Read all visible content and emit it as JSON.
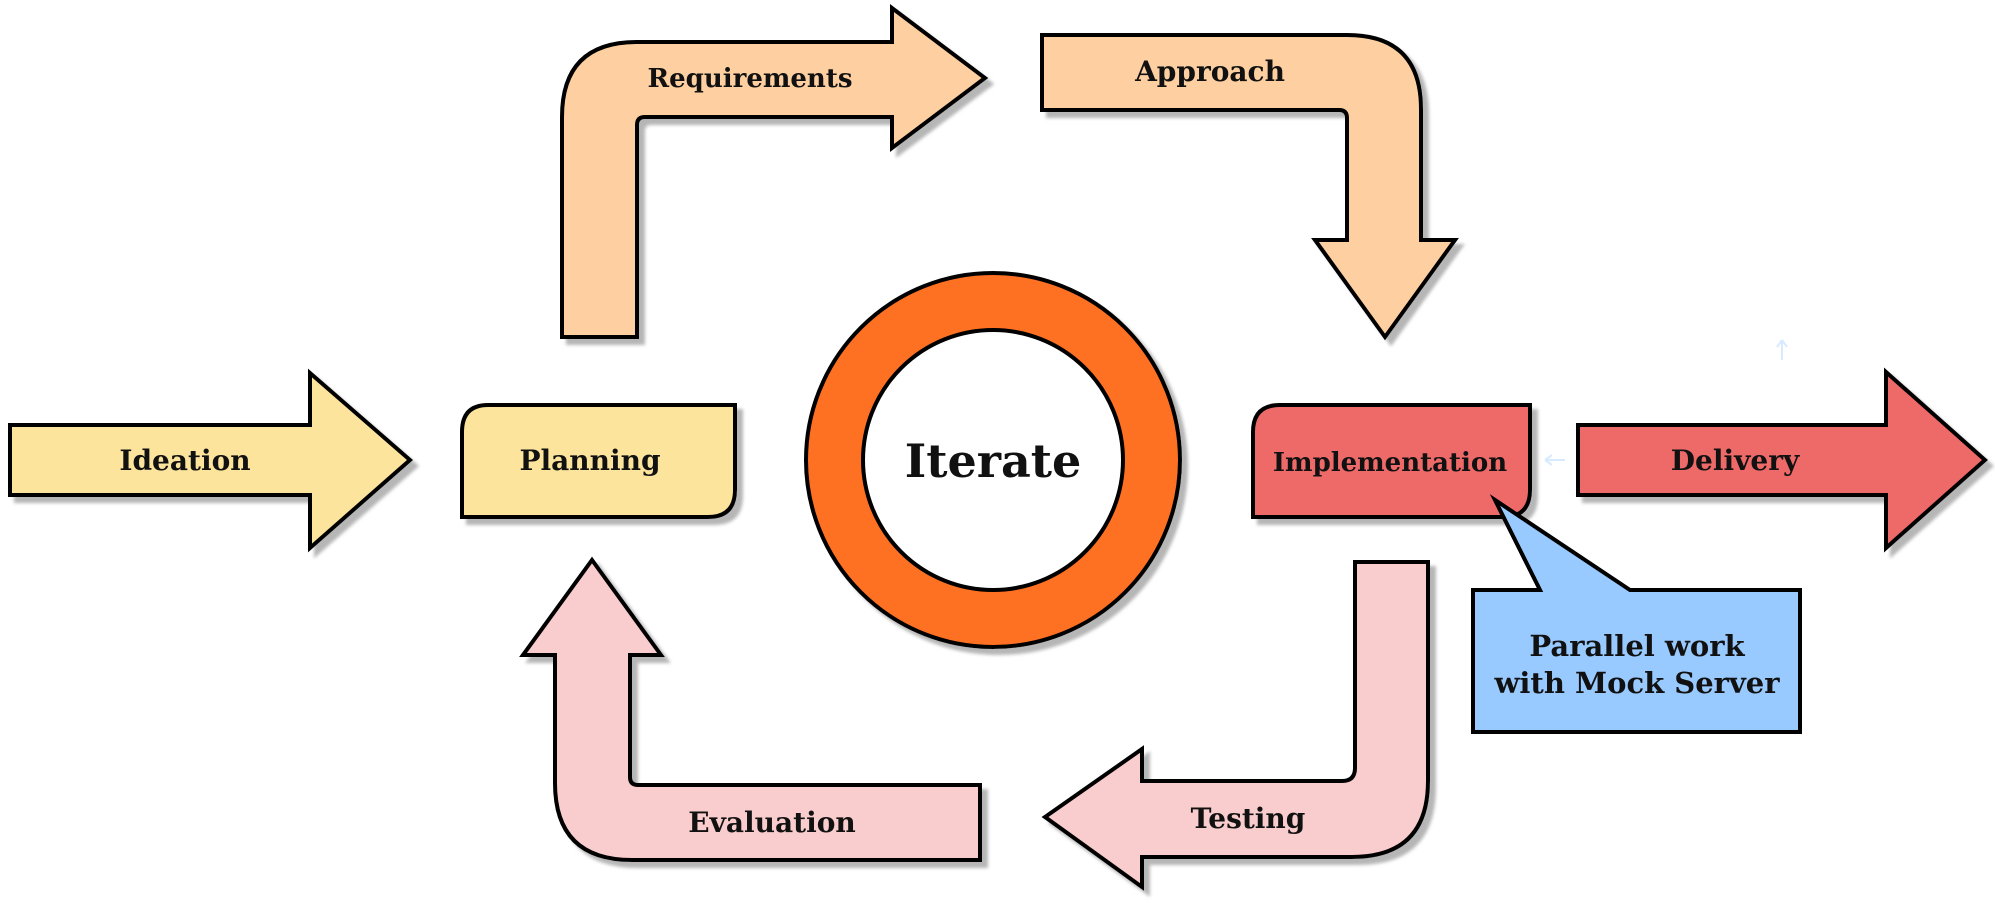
{
  "diagram": {
    "stages": {
      "ideation": "Ideation",
      "planning": "Planning",
      "requirements": "Requirements",
      "approach": "Approach",
      "implementation": "Implementation",
      "delivery": "Delivery",
      "testing": "Testing",
      "evaluation": "Evaluation"
    },
    "center": "Iterate",
    "callout": {
      "line1": "Parallel work",
      "line2": "with Mock Server"
    }
  },
  "colors": {
    "yellow": "#FCE49C",
    "peach": "#FECFA0",
    "red": "#EE6B69",
    "pink": "#F9CDCD",
    "orange": "#FE7020",
    "blue": "#99CAFF",
    "outline": "#000000",
    "shadow": "#BDBDBD"
  }
}
